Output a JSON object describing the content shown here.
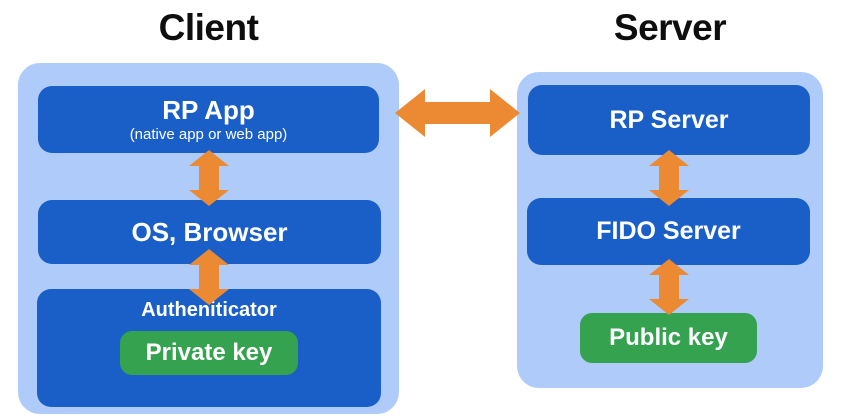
{
  "colors": {
    "container-blue": "#AECBFA",
    "box-blue": "#1A5EC8",
    "key-green": "#34A24F",
    "arrow-orange": "#EC8A33",
    "title-black": "#0E0E0E",
    "text-white": "#FFFFFF"
  },
  "client": {
    "title": "Client",
    "boxes": [
      {
        "label": "RP App",
        "sublabel": "(native app or web app)"
      },
      {
        "label": "OS, Browser"
      },
      {
        "label": "Autheniticator",
        "key_label": "Private key"
      }
    ]
  },
  "server": {
    "title": "Server",
    "boxes": [
      {
        "label": "RP Server"
      },
      {
        "label": "FIDO Server"
      }
    ],
    "key_label": "Public key"
  },
  "icons": {
    "horizontal_arrow": "double-headed-arrow-horizontal",
    "vertical_arrow": "double-headed-arrow-vertical"
  }
}
